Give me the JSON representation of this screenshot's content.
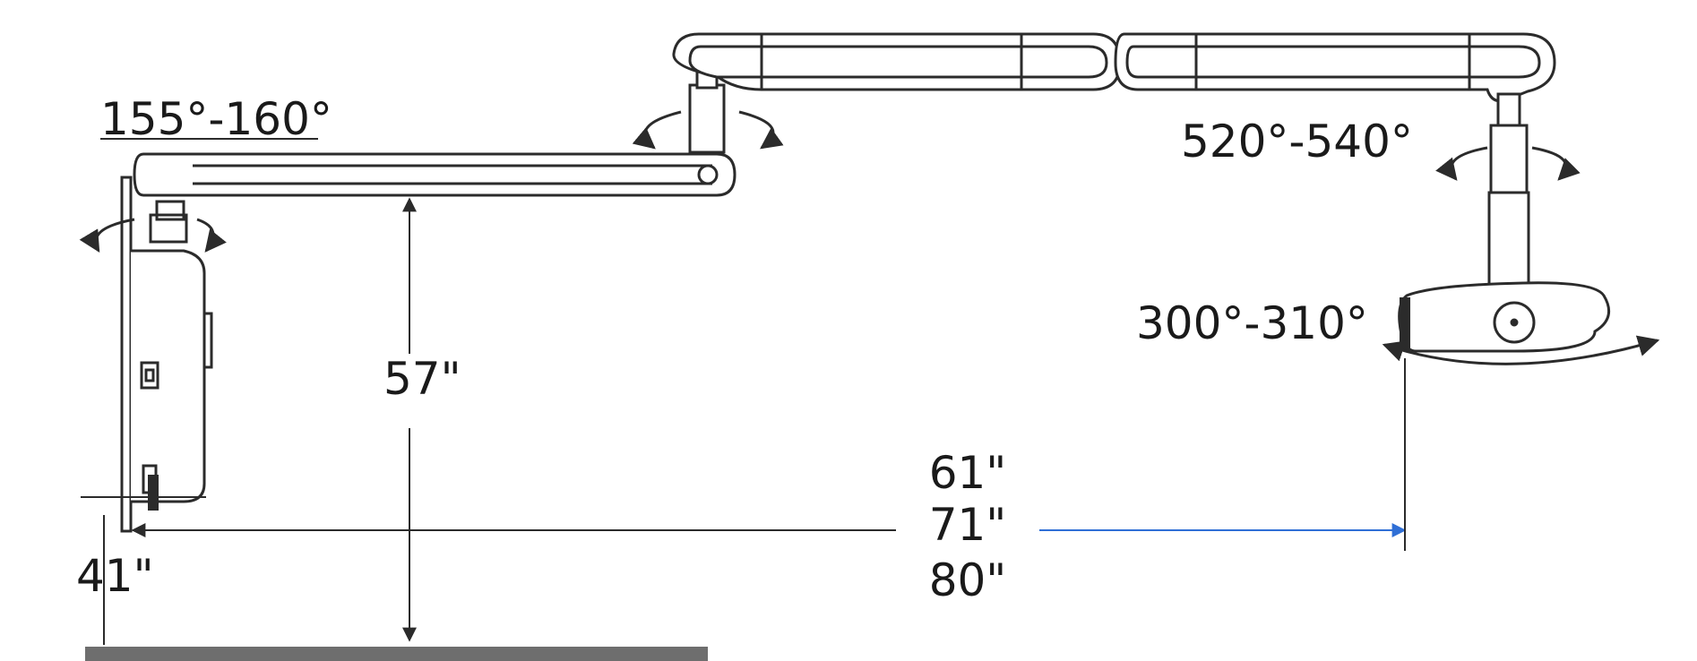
{
  "diagram": {
    "angles": {
      "wall_mount": "155°-160°",
      "head_swivel": "520°-540°",
      "head_tilt": "300°-310°"
    },
    "dimensions": {
      "height": "57\"",
      "reach": [
        "61\"",
        "71\"",
        "80\""
      ],
      "lower": "41\""
    },
    "colors": {
      "line": "#2b2b2b",
      "arrow": "#2f6fd6",
      "floor": "#6e6e6e"
    }
  }
}
